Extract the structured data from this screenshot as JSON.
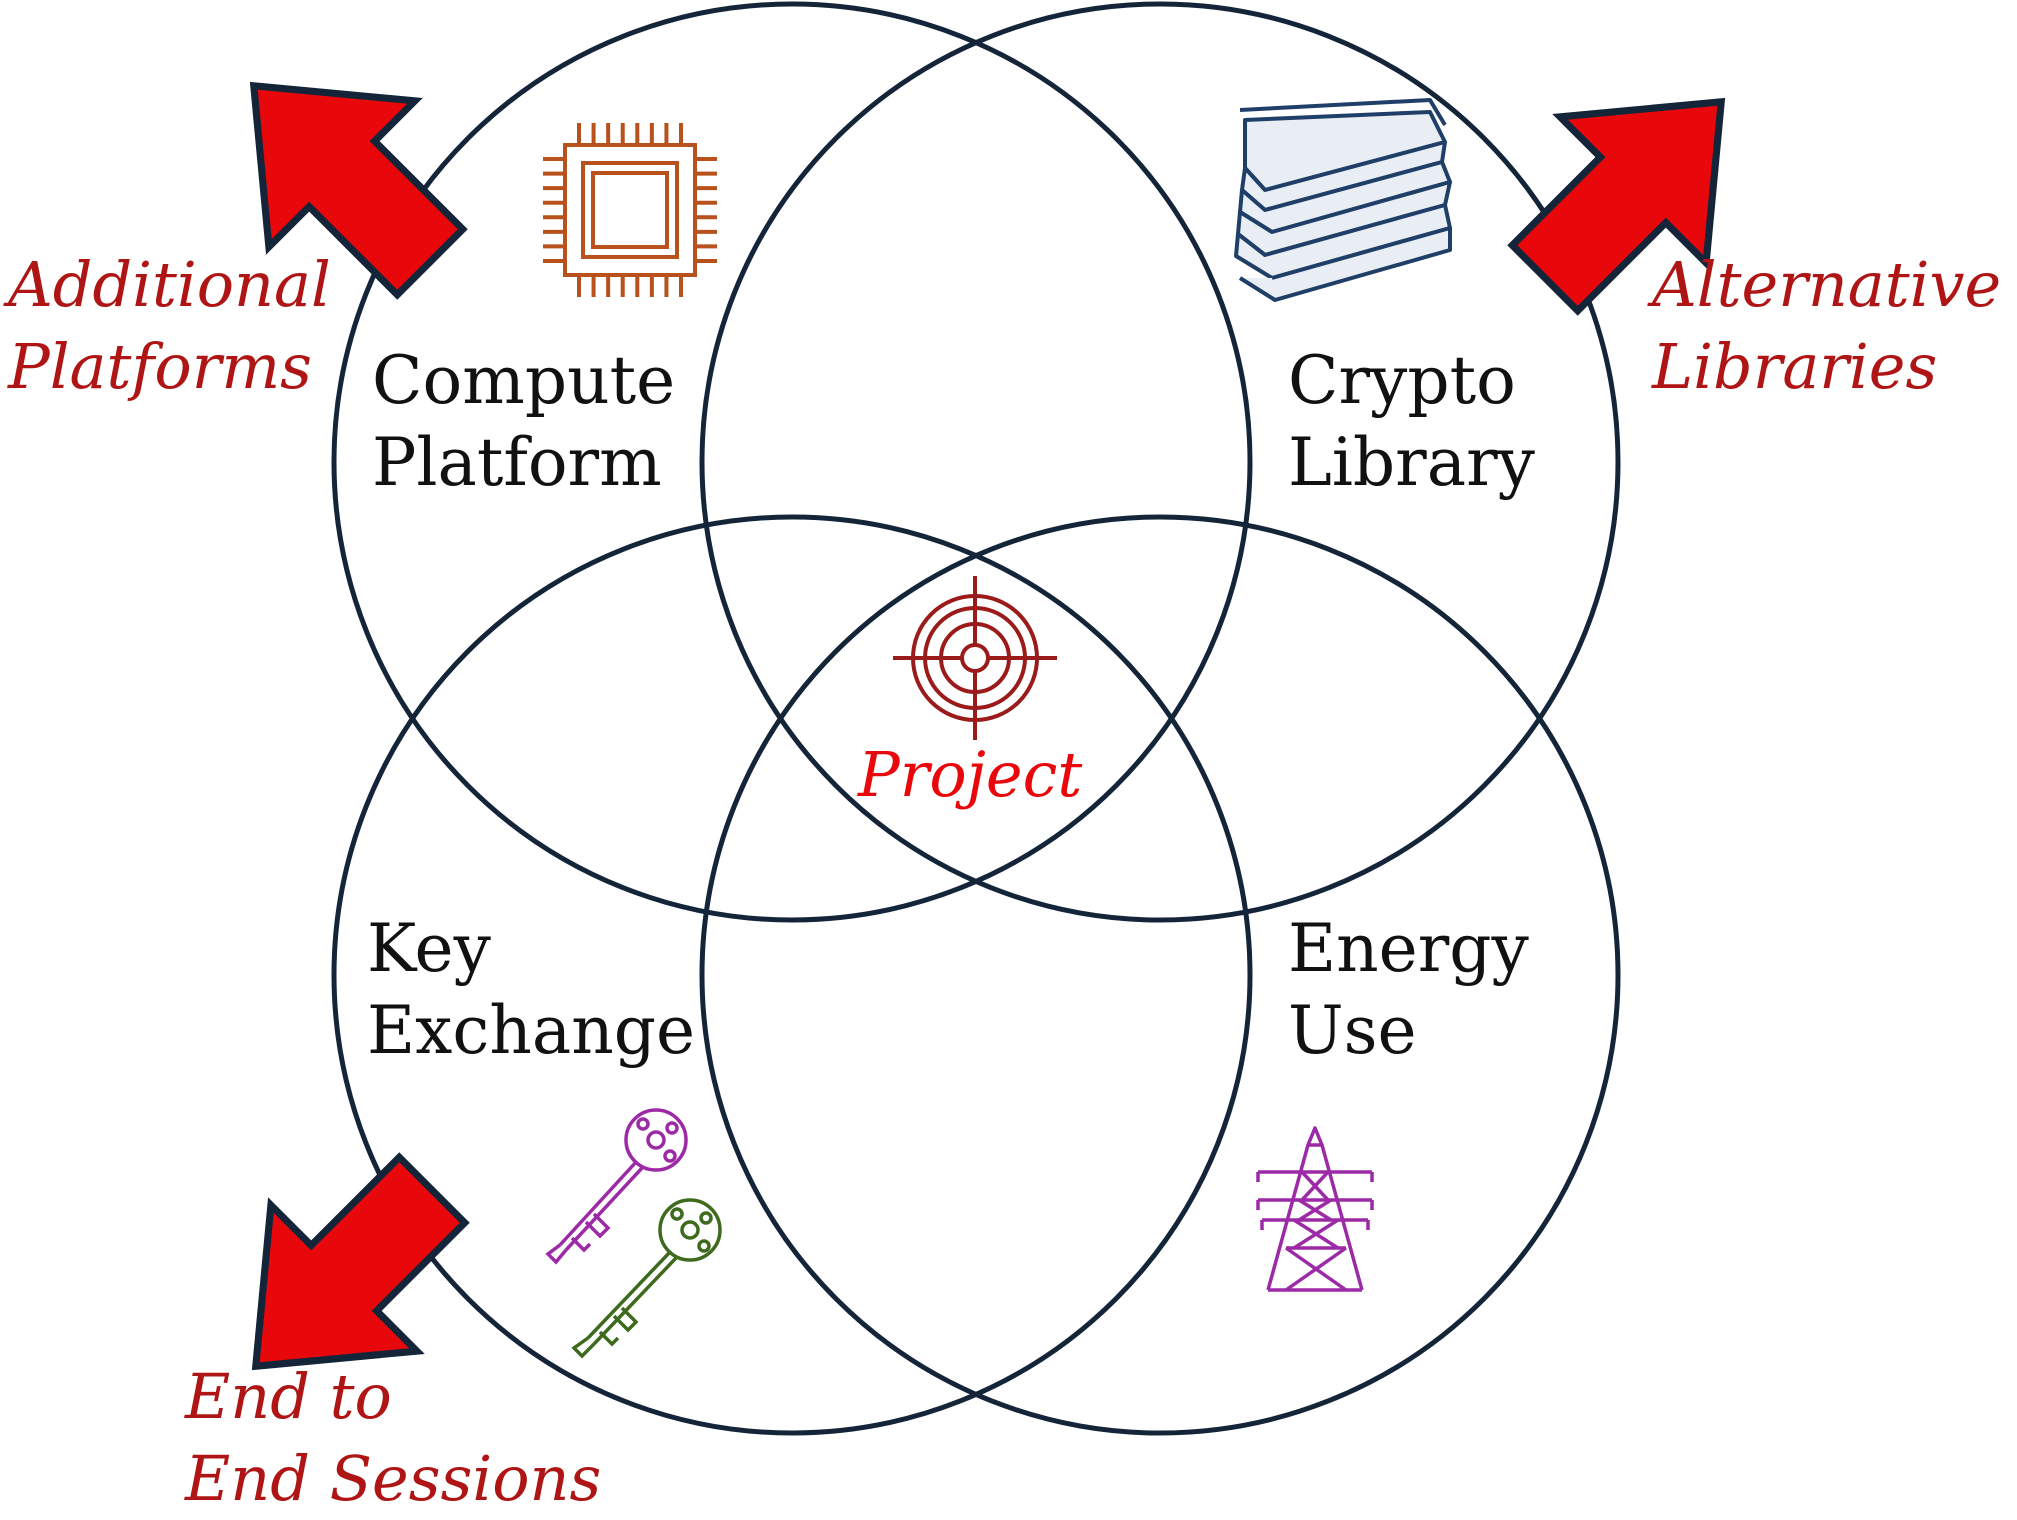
{
  "colors": {
    "circle_stroke": "#14253a",
    "arrow_fill": "#e8080b",
    "arrow_stroke": "#14253a",
    "extension_text": "#b01515",
    "project_text": "#e8080b",
    "chip_icon": "#b8511c",
    "books_icon": "#1f3f68",
    "target_icon": "#9b1b1b",
    "key1_icon": "#9c2aa6",
    "key2_icon": "#3e6a1e",
    "tower_icon": "#9c2aa6"
  },
  "sets": {
    "compute": {
      "line1": "Compute",
      "line2": "Platform",
      "icon": "cpu-chip-icon"
    },
    "crypto": {
      "line1": "Crypto",
      "line2": "Library",
      "icon": "books-stack-icon"
    },
    "key_exchange": {
      "line1": "Key",
      "line2": "Exchange",
      "icon": "keys-icon"
    },
    "energy": {
      "line1": "Energy",
      "line2": "Use",
      "icon": "power-tower-icon"
    }
  },
  "center": {
    "label": "Project",
    "icon": "target-icon"
  },
  "extensions": {
    "platforms": {
      "line1": "Additional",
      "line2": "Platforms"
    },
    "libraries": {
      "line1": "Alternative",
      "line2": "Libraries"
    },
    "sessions": {
      "line1": "End to",
      "line2": "End Sessions"
    }
  }
}
